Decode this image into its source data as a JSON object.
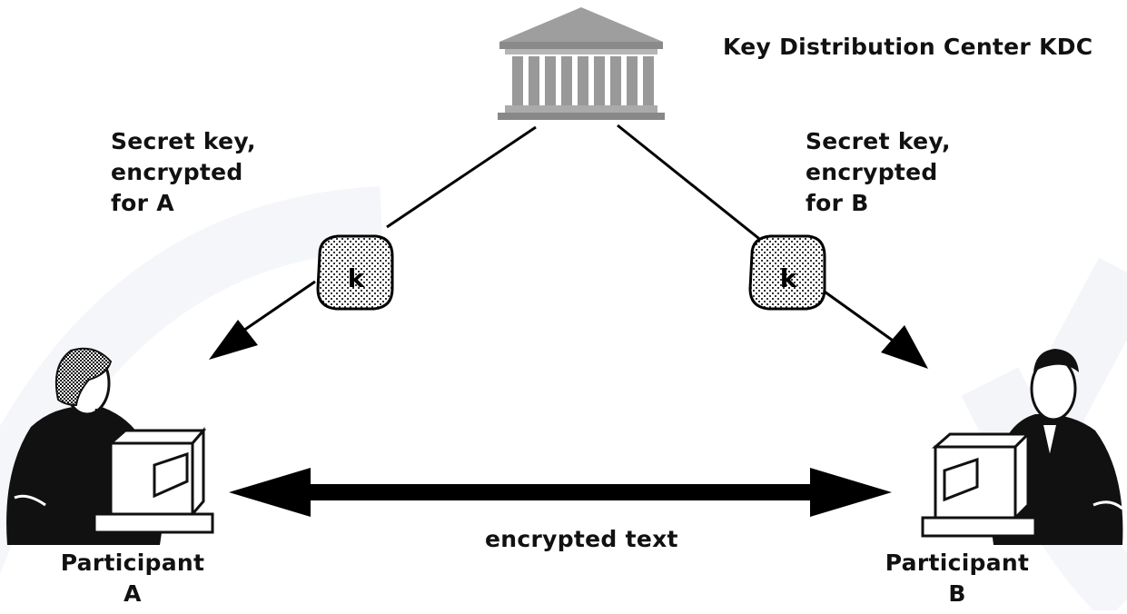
{
  "kdc": {
    "label": "Key Distribution Center KDC",
    "icon": "bank-building-icon"
  },
  "key_a": {
    "lines": [
      "Secret key,",
      "encrypted",
      "for A"
    ],
    "token": "k"
  },
  "key_b": {
    "lines": [
      "Secret key,",
      "encrypted",
      "for B"
    ],
    "token": "k"
  },
  "participant_a": {
    "line1": "Participant",
    "line2": "A",
    "icon": "person-at-computer-icon"
  },
  "participant_b": {
    "line1": "Participant",
    "line2": "B",
    "icon": "person-at-computer-icon"
  },
  "channel": {
    "label": "encrypted text"
  }
}
